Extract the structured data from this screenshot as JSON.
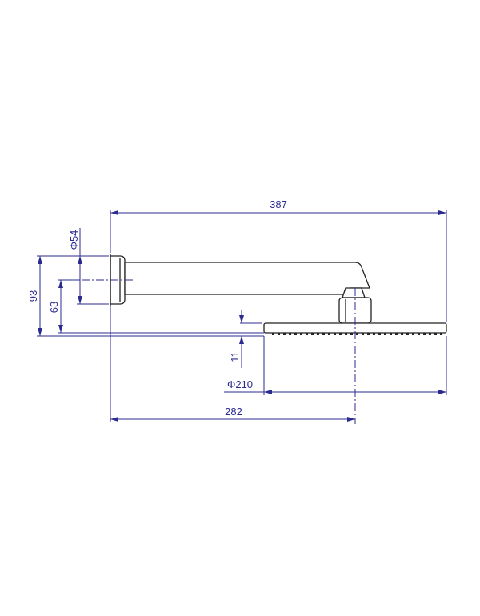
{
  "dimensions": {
    "overall_length": "387",
    "flange_diameter": "Φ54",
    "flange_height": "93",
    "arm_height": "63",
    "head_thickness": "11",
    "head_diameter": "Φ210",
    "head_center_offset": "282"
  },
  "colors": {
    "dimension_lines": "#2b2b8f",
    "part_outline": "#222222"
  }
}
